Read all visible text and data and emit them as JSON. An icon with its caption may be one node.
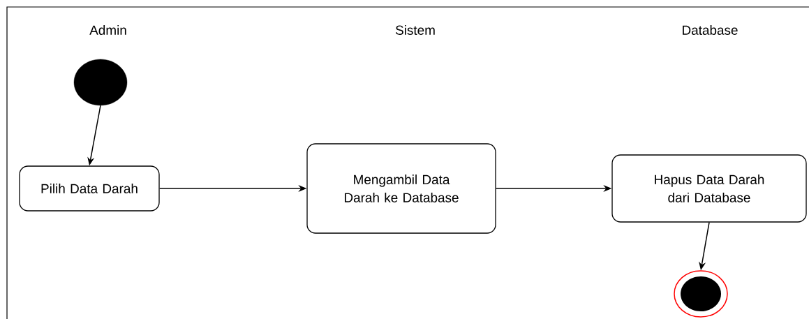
{
  "diagram": {
    "nodes": [
      {
        "text": [],
        "shape": "circle"
      },
      {
        "text": [
          "Pilih Data Darah"
        ]
      },
      {
        "text": [
          "Mengambil Data Darah ke Database"
        ]
      },
      {
        "text": [
          "Hapus Data Darah dari Database"
        ]
      },
      {
        "text": [],
        "shape": "bullseye"
      }
    ],
    "edges": [
      {
        "from": 0,
        "to": 1,
        "arrow": "to"
      },
      {
        "from": 1,
        "to": 2,
        "arrow": "to"
      },
      {
        "from": 2,
        "to": 3,
        "arrow": "to"
      },
      {
        "from": 3,
        "to": 4,
        "arrow": "to"
      }
    ],
    "labels": [
      "Admin",
      "Sistem",
      "Database"
    ]
  }
}
